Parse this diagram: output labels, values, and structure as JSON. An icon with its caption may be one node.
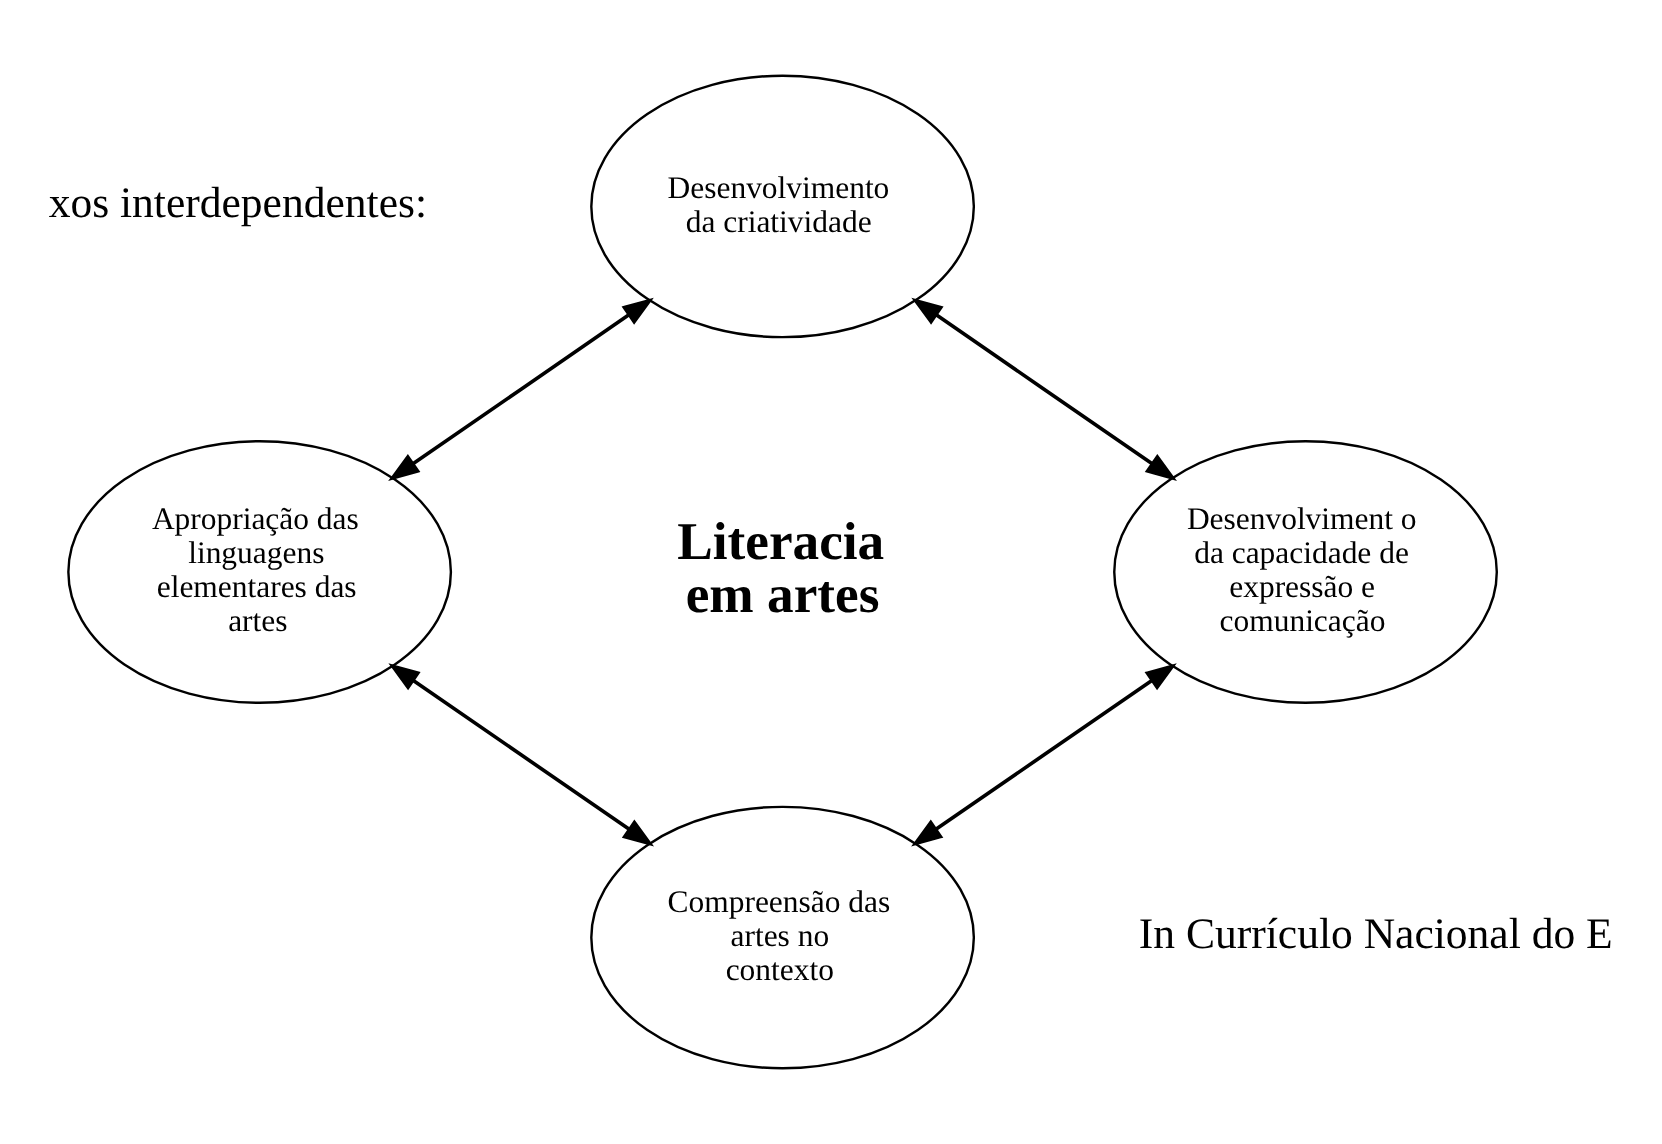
{
  "diagram": {
    "nodes": [
      {
        "text": [
          "Desenvolvimento da criatividade"
        ]
      },
      {
        "text": [
          "Apropriação das linguagens elementares das artes"
        ]
      },
      {
        "text": [
          "Desenvolviment o da capacidade de expressão e comunicação"
        ]
      },
      {
        "text": [
          "Compreensão das artes no contexto"
        ]
      }
    ],
    "edges": [
      {
        "from": 0,
        "to": 1,
        "arrow": "both"
      },
      {
        "from": 0,
        "to": 2,
        "arrow": "both"
      },
      {
        "from": 2,
        "to": 3,
        "arrow": "both"
      },
      {
        "from": 1,
        "to": 3,
        "arrow": "both"
      }
    ],
    "labels": [
      "xos interdependentes:",
      "Literacia em artes",
      "In Currículo Nacional do E"
    ]
  }
}
